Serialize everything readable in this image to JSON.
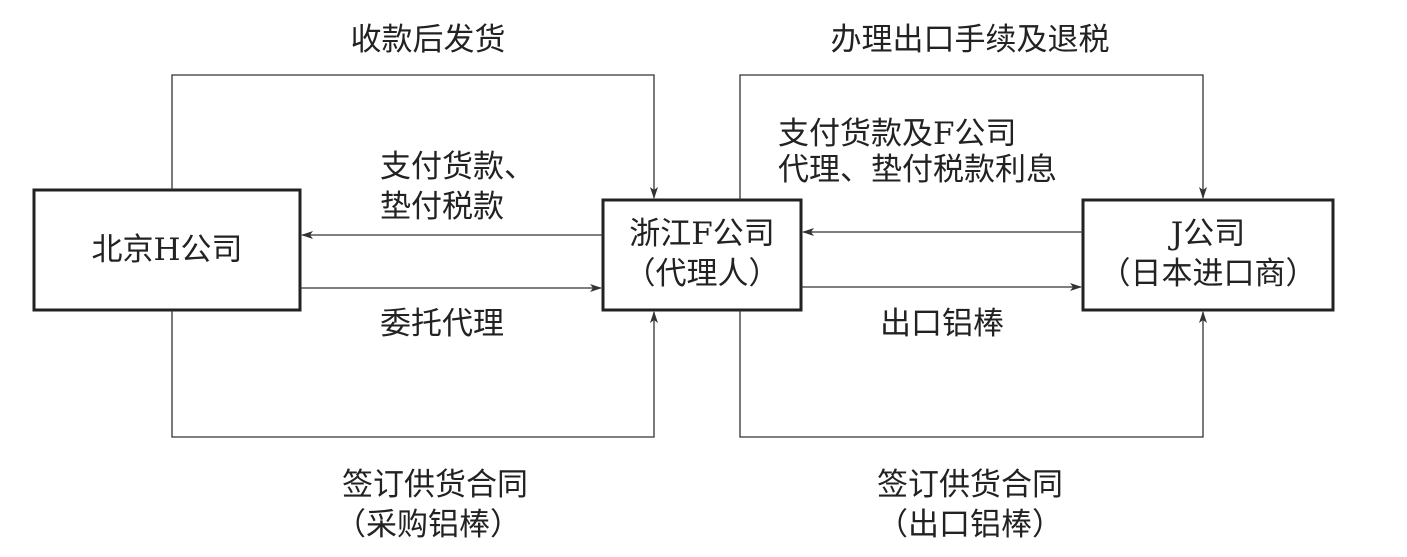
{
  "entities": {
    "beijing": {
      "name": "北京H公司"
    },
    "zhejiang": {
      "name": "浙江F公司",
      "role": "（代理人）"
    },
    "japan": {
      "name": "J公司",
      "role": "（日本进口商）"
    }
  },
  "flows": {
    "left_top": "收款后发货",
    "left_payment_line1": "支付货款、",
    "left_payment_line2": "垫付税款",
    "left_delegate": "委托代理",
    "left_contract_line1": "签订供货合同",
    "left_contract_line2": "（采购铝棒）",
    "right_top": "办理出口手续及退税",
    "right_payment_line1": "支付货款及F公司",
    "right_payment_line2": "代理、垫付税款利息",
    "right_export": "出口铝棒",
    "right_contract_line1": "签订供货合同",
    "right_contract_line2": "（出口铝棒）"
  },
  "colors": {
    "line": "#333333",
    "box_border": "#222222"
  }
}
